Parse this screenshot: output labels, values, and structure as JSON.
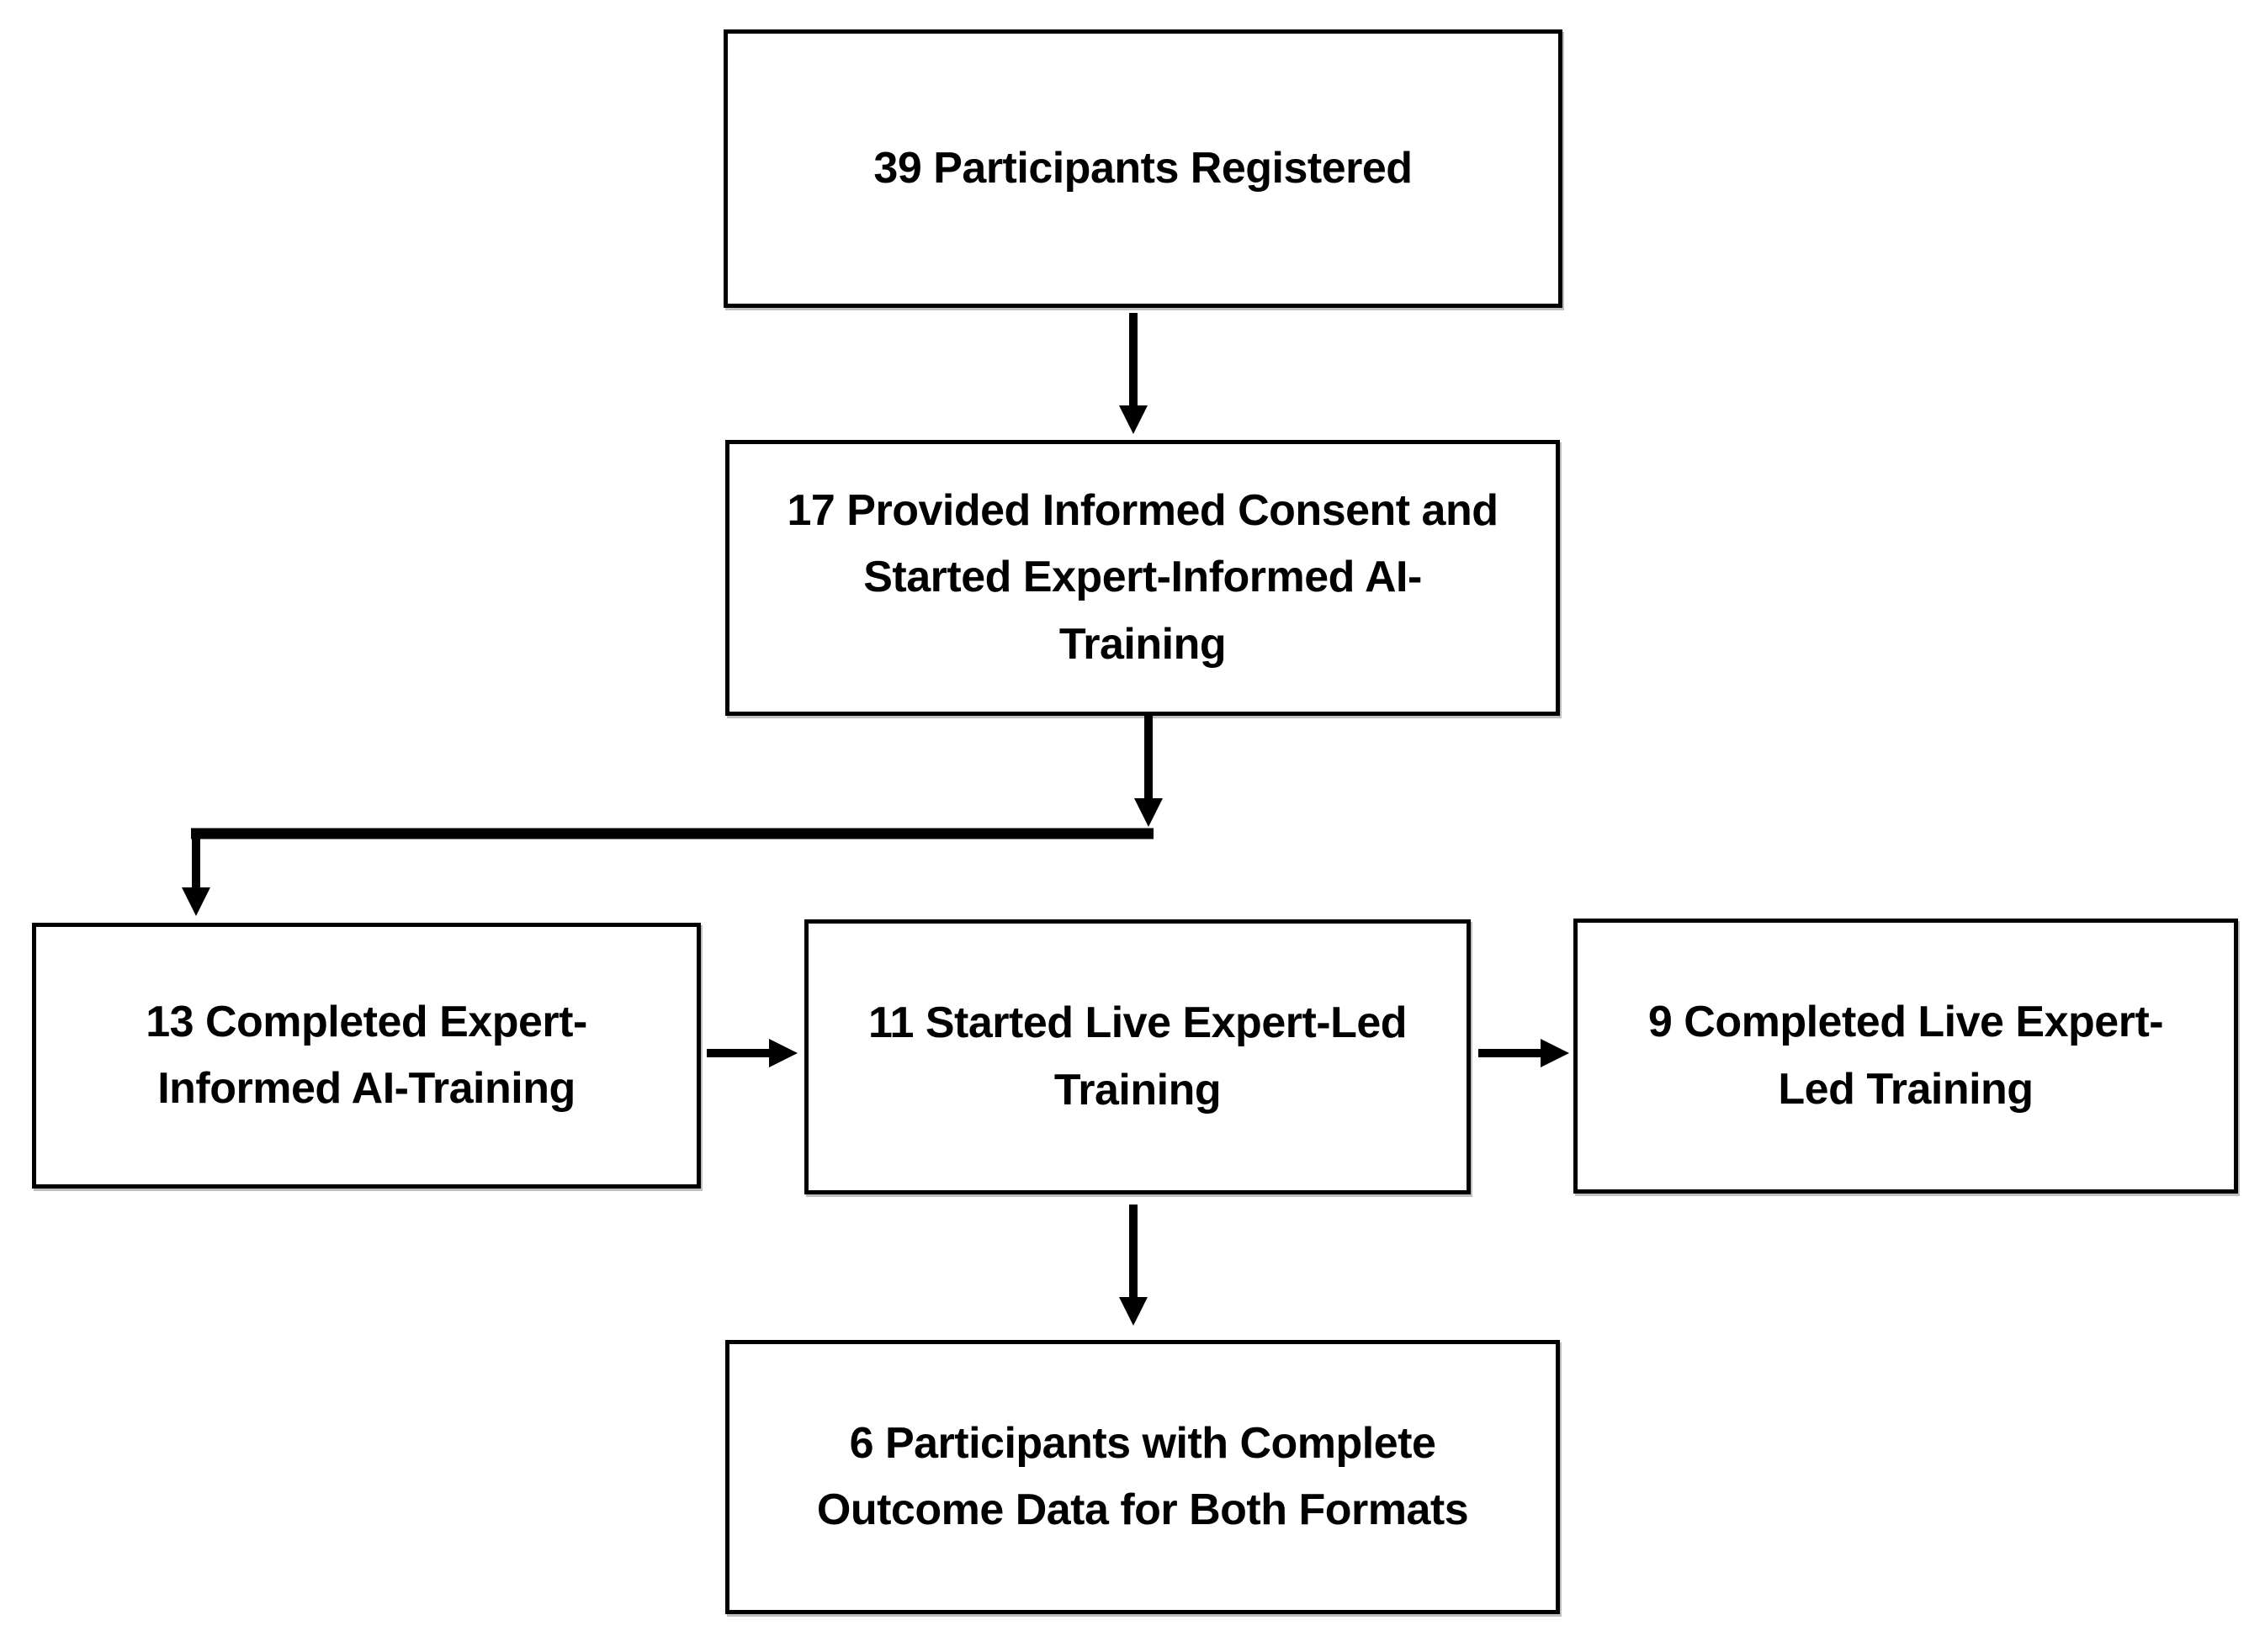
{
  "diagram": {
    "type": "flowchart",
    "description": "Participant flow diagram",
    "colors": {
      "background": "#ffffff",
      "box_border": "#000000",
      "text": "#000000",
      "arrow": "#000000"
    },
    "nodes": [
      {
        "id": "registered",
        "count": 39,
        "label": "39 Participants  Registered"
      },
      {
        "id": "consent_started_ai",
        "count": 17,
        "label": "17 Provided Informed Consent and\nStarted Expert-Informed AI-\nTraining"
      },
      {
        "id": "completed_ai",
        "count": 13,
        "label": "13 Completed Expert-\nInformed AI-Training"
      },
      {
        "id": "started_live",
        "count": 11,
        "label": "11 Started Live Expert-Led\nTraining"
      },
      {
        "id": "completed_live",
        "count": 9,
        "label": "9 Completed Live Expert-\nLed Training"
      },
      {
        "id": "complete_outcome_data",
        "count": 6,
        "label": "6 Participants  with Complete\nOutcome Data for Both Formats"
      }
    ],
    "edges": [
      {
        "from": "registered",
        "to": "consent_started_ai"
      },
      {
        "from": "consent_started_ai",
        "to": "completed_ai"
      },
      {
        "from": "completed_ai",
        "to": "started_live"
      },
      {
        "from": "started_live",
        "to": "completed_live"
      },
      {
        "from": "started_live",
        "to": "complete_outcome_data"
      }
    ]
  }
}
